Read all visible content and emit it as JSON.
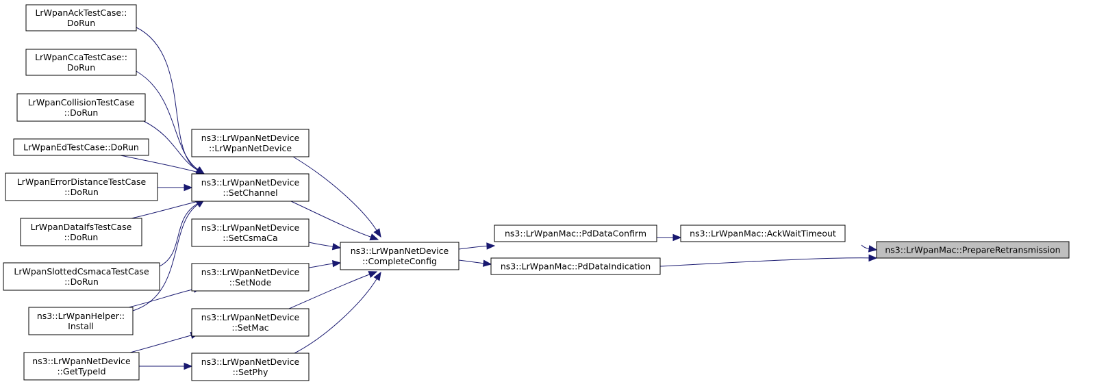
{
  "diagram": {
    "edge_color": "#191970",
    "highlight_color": "#bfbfbf",
    "nodes": [
      {
        "id": "prepare_retransmission",
        "lines": [
          "ns3::LrWpanMac::PrepareRetransmission"
        ],
        "highlight": true
      },
      {
        "id": "ack_wait_timeout",
        "lines": [
          "ns3::LrWpanMac::AckWaitTimeout"
        ]
      },
      {
        "id": "pd_data_confirm",
        "lines": [
          "ns3::LrWpanMac::PdDataConfirm"
        ]
      },
      {
        "id": "pd_data_indication",
        "lines": [
          "ns3::LrWpanMac::PdDataIndication"
        ]
      },
      {
        "id": "complete_config",
        "lines": [
          "ns3::LrWpanNetDevice",
          "::CompleteConfig"
        ]
      },
      {
        "id": "lrwpan_net_device_ctor",
        "lines": [
          "ns3::LrWpanNetDevice",
          "::LrWpanNetDevice"
        ]
      },
      {
        "id": "set_channel",
        "lines": [
          "ns3::LrWpanNetDevice",
          "::SetChannel"
        ]
      },
      {
        "id": "set_csma_ca",
        "lines": [
          "ns3::LrWpanNetDevice",
          "::SetCsmaCa"
        ]
      },
      {
        "id": "set_node",
        "lines": [
          "ns3::LrWpanNetDevice",
          "::SetNode"
        ]
      },
      {
        "id": "set_mac",
        "lines": [
          "ns3::LrWpanNetDevice",
          "::SetMac"
        ]
      },
      {
        "id": "set_phy",
        "lines": [
          "ns3::LrWpanNetDevice",
          "::SetPhy"
        ]
      },
      {
        "id": "ack_test_do_run",
        "lines": [
          "LrWpanAckTestCase::",
          "DoRun"
        ]
      },
      {
        "id": "cca_test_do_run",
        "lines": [
          "LrWpanCcaTestCase::",
          "DoRun"
        ]
      },
      {
        "id": "collision_test_do_run",
        "lines": [
          "LrWpanCollisionTestCase",
          "::DoRun"
        ]
      },
      {
        "id": "ed_test_do_run",
        "lines": [
          "LrWpanEdTestCase::DoRun"
        ]
      },
      {
        "id": "error_distance_test_do_run",
        "lines": [
          "LrWpanErrorDistanceTestCase",
          "::DoRun"
        ]
      },
      {
        "id": "data_ifs_test_do_run",
        "lines": [
          "LrWpanDataIfsTestCase",
          "::DoRun"
        ]
      },
      {
        "id": "slotted_csmaca_test_do_run",
        "lines": [
          "LrWpanSlottedCsmacaTestCase",
          "::DoRun"
        ]
      },
      {
        "id": "helper_install",
        "lines": [
          "ns3::LrWpanHelper::",
          "Install"
        ]
      },
      {
        "id": "get_type_id",
        "lines": [
          "ns3::LrWpanNetDevice",
          "::GetTypeId"
        ]
      }
    ],
    "edges": [
      {
        "from": "ack_wait_timeout",
        "to": "prepare_retransmission"
      },
      {
        "from": "pd_data_indication",
        "to": "prepare_retransmission"
      },
      {
        "from": "pd_data_confirm",
        "to": "ack_wait_timeout"
      },
      {
        "from": "complete_config",
        "to": "pd_data_confirm"
      },
      {
        "from": "complete_config",
        "to": "pd_data_indication"
      },
      {
        "from": "lrwpan_net_device_ctor",
        "to": "complete_config"
      },
      {
        "from": "set_channel",
        "to": "complete_config"
      },
      {
        "from": "set_csma_ca",
        "to": "complete_config"
      },
      {
        "from": "set_node",
        "to": "complete_config"
      },
      {
        "from": "set_mac",
        "to": "complete_config"
      },
      {
        "from": "set_phy",
        "to": "complete_config"
      },
      {
        "from": "ack_test_do_run",
        "to": "set_channel"
      },
      {
        "from": "cca_test_do_run",
        "to": "set_channel"
      },
      {
        "from": "collision_test_do_run",
        "to": "set_channel"
      },
      {
        "from": "ed_test_do_run",
        "to": "set_channel"
      },
      {
        "from": "error_distance_test_do_run",
        "to": "set_channel"
      },
      {
        "from": "data_ifs_test_do_run",
        "to": "set_channel"
      },
      {
        "from": "slotted_csmaca_test_do_run",
        "to": "set_channel"
      },
      {
        "from": "helper_install",
        "to": "set_channel"
      },
      {
        "from": "helper_install",
        "to": "set_node"
      },
      {
        "from": "get_type_id",
        "to": "set_mac"
      },
      {
        "from": "get_type_id",
        "to": "set_phy"
      }
    ]
  }
}
